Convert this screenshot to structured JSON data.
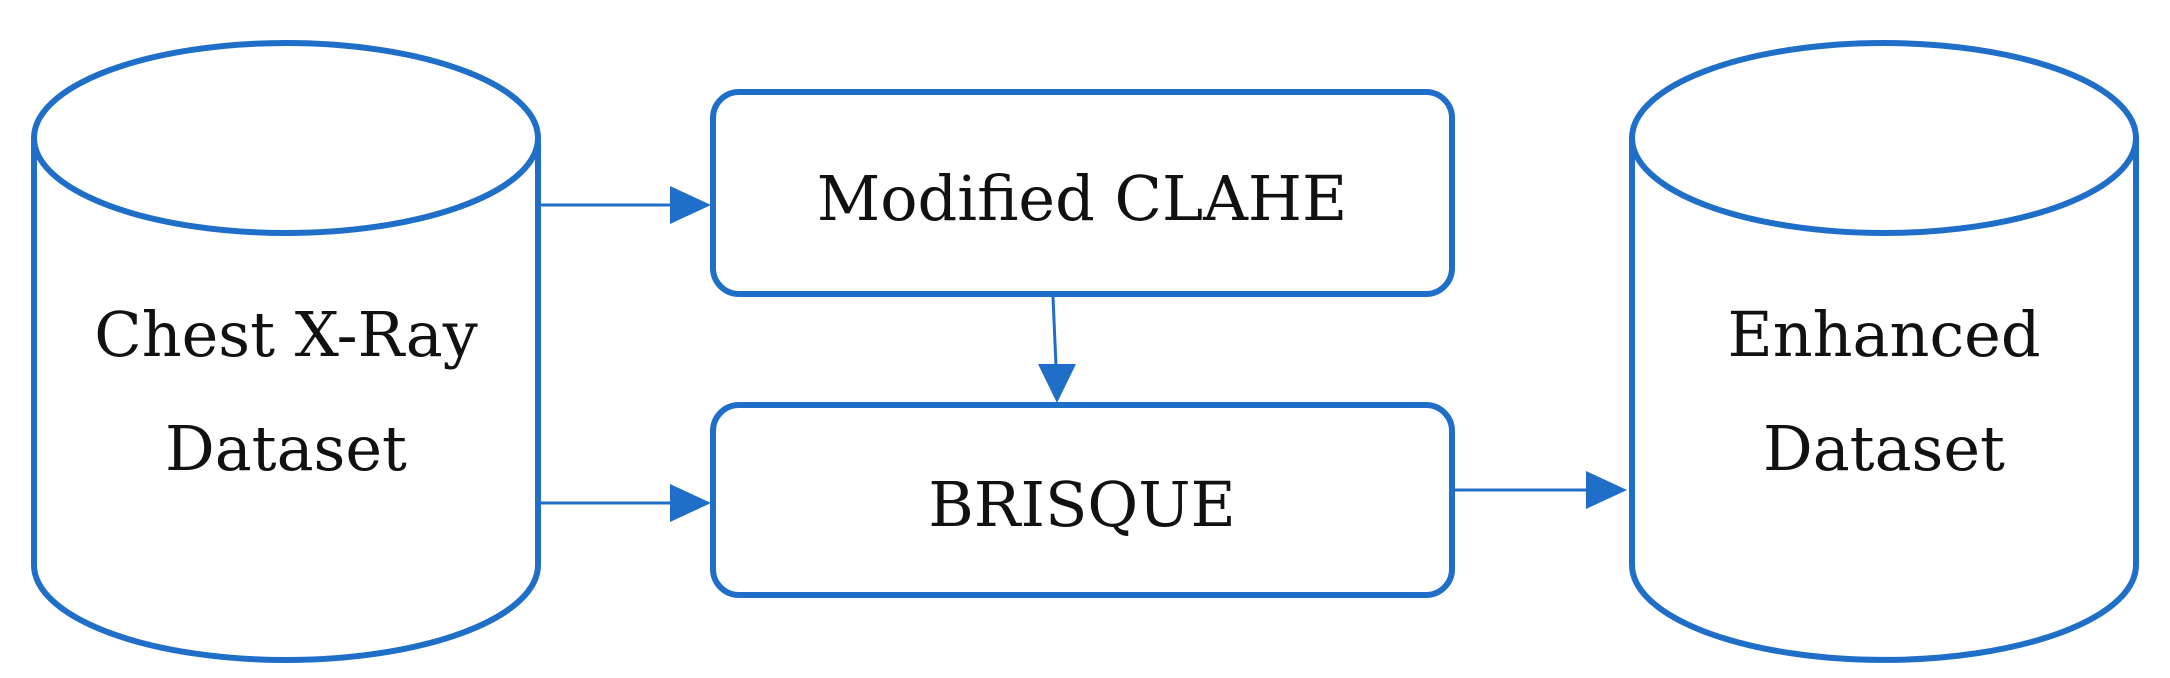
{
  "colors": {
    "stroke": "#1f6fc9",
    "text": "#111111",
    "background": "#ffffff"
  },
  "nodes": {
    "source": {
      "line1": "Chest X-Ray",
      "line2": "Dataset"
    },
    "clahe": {
      "label": "Modified CLAHE"
    },
    "brisque": {
      "label": "BRISQUE"
    },
    "target": {
      "line1": "Enhanced",
      "line2": "Dataset"
    }
  }
}
